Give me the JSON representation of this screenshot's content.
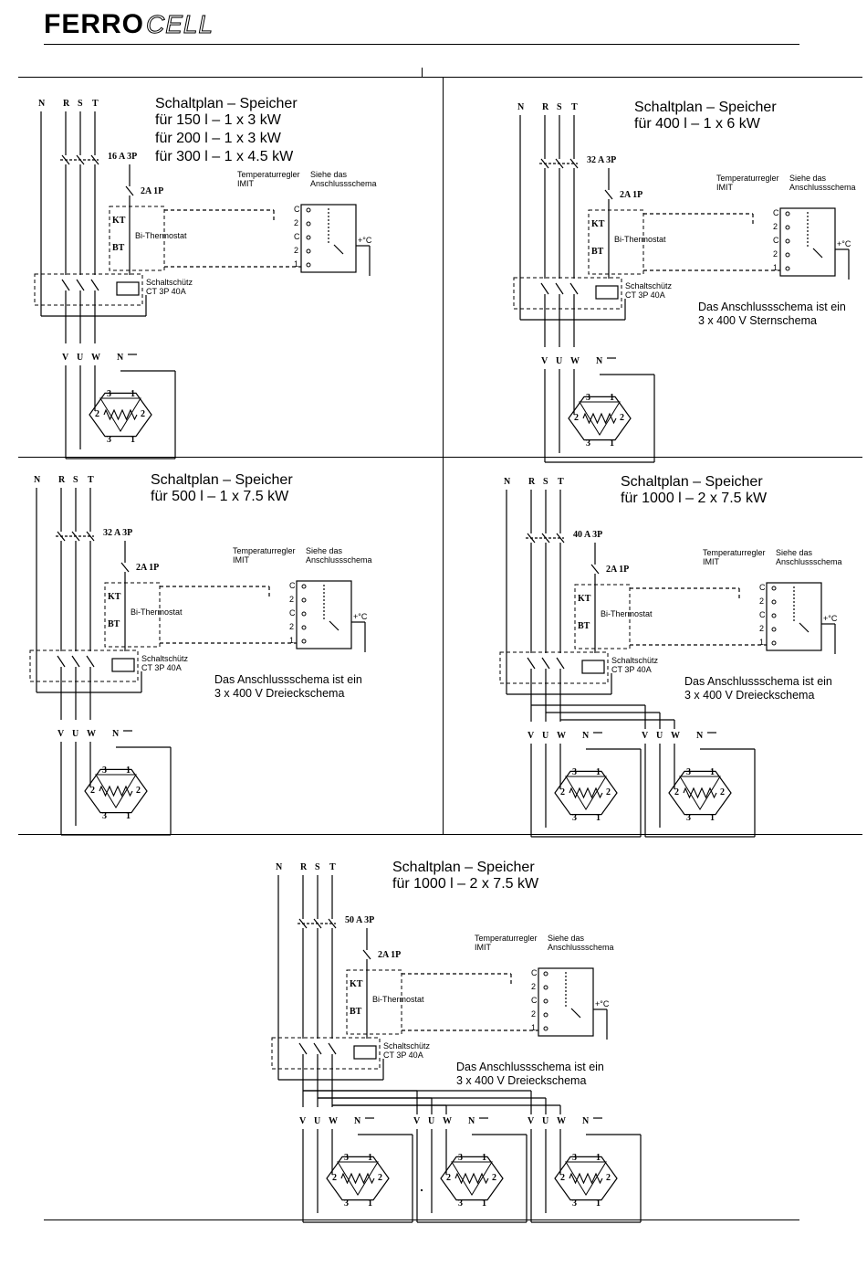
{
  "header": {
    "brand_bold": "FERRO",
    "brand_outline": "CELL"
  },
  "diagrams": [
    {
      "title": "Schaltplan – Speicher",
      "subtitles": [
        "für 150 l – 1 x 3 kW",
        "für 200 l – 1 x 3 kW",
        "für 300 l – 1 x 4.5 kW"
      ],
      "fuse": "16 A 3P",
      "note": []
    },
    {
      "title": "Schaltplan – Speicher",
      "subtitles": [
        "für 400 l – 1 x 6 kW"
      ],
      "fuse": "32 A 3P",
      "note": [
        "Das Anschlussschema ist ein",
        "3 x 400 V Sternschema"
      ]
    },
    {
      "title": "Schaltplan – Speicher",
      "subtitles": [
        "für 500 l – 1 x 7.5 kW"
      ],
      "fuse": "32 A 3P",
      "note": [
        "Das Anschlussschema ist ein",
        "3 x 400 V Dreieckschema"
      ]
    },
    {
      "title": "Schaltplan – Speicher",
      "subtitles": [
        "für 1000 l – 2 x 7.5 kW"
      ],
      "fuse": "40 A 3P",
      "note": [
        "Das Anschlussschema ist ein",
        "3 x 400 V Dreieckschema"
      ]
    },
    {
      "title": "Schaltplan – Speicher",
      "subtitles": [
        "für 1000 l – 2 x 7.5 kW"
      ],
      "fuse": "50 A 3P",
      "note": [
        "Das Anschlussschema ist ein",
        "3 x 400 V Dreieckschema"
      ]
    }
  ],
  "labels": {
    "phases": [
      "N",
      "R",
      "S",
      "T"
    ],
    "control_fuse": "2A 1P",
    "kt": "KT",
    "bt": "BT",
    "bithermostat": "Bi-Thermostat",
    "contactor": [
      "Schaltschütz",
      "CT 3P 40A"
    ],
    "regulator": [
      "Temperaturregler",
      "IMIT"
    ],
    "see_schema": [
      "Siehe das",
      "Anschlussschema"
    ],
    "terminals": [
      "C",
      "2",
      "C",
      "2",
      "1"
    ],
    "temp": "+°C",
    "outputs": [
      "V",
      "U",
      "W"
    ],
    "neutral_earth": "N",
    "heater_terms": [
      "3",
      "1",
      "2",
      "2",
      "3",
      "1"
    ]
  }
}
